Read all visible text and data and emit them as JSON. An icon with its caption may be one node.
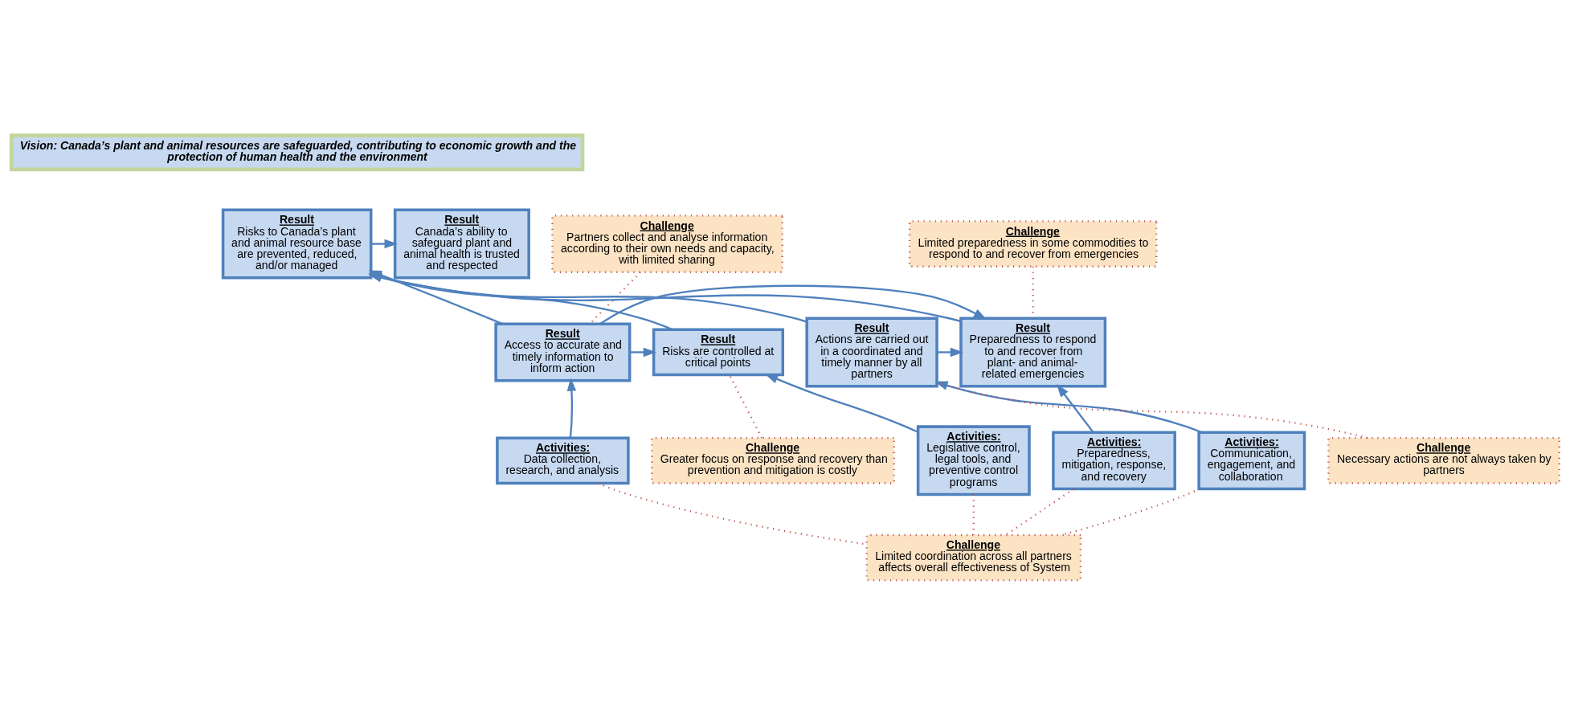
{
  "diagram": {
    "nodes": [
      {
        "text": [
          "Vision: Canada’s plant and animal resources are safeguarded, contributing to economic growth and the protection of human health and the environment"
        ]
      },
      {
        "text": [
          "Result",
          "Risks to Canada’s plant and animal resource base are prevented, reduced, and/or managed"
        ]
      },
      {
        "text": [
          "Result",
          "Canada’s ability to safeguard plant and animal health is trusted and respected"
        ]
      },
      {
        "text": [
          "Result",
          "Risks are controlled at critical points"
        ]
      },
      {
        "text": [
          "Result",
          "Access to accurate and timely information to inform action"
        ]
      },
      {
        "text": [
          "Result",
          "Preparedness to respond to and recover from plant- and animal-related emergencies"
        ]
      },
      {
        "text": [
          "Result",
          "Actions are carried out in a coordinated and timely manner by all partners"
        ]
      },
      {
        "text": [
          "Activities:",
          "Legislative control, legal tools, and preventive control programs"
        ]
      },
      {
        "text": [
          "Activities:",
          "Data collection, research, and analysis"
        ]
      },
      {
        "text": [
          "Activities:",
          "Preparedness, mitigation, response, and recovery"
        ]
      },
      {
        "text": [
          "Activities:",
          "Communication, engagement, and collaboration"
        ]
      },
      {
        "text": [
          "Challenge",
          "Partners collect and analyse information according to their own needs and capacity, with limited sharing"
        ]
      },
      {
        "text": [
          "Challenge",
          "Limited preparedness in some commodities to respond to and recover from emergencies"
        ]
      },
      {
        "text": [
          "Challenge",
          "Greater focus on response and recovery than prevention and mitigation is costly"
        ]
      },
      {
        "text": [
          "Challenge",
          "Necessary actions are not always taken by partners"
        ]
      },
      {
        "text": [
          "Challenge",
          "Limited coordination across all partners affects overall effectiveness of System"
        ]
      }
    ],
    "edges": [
      {
        "from": 1,
        "to": 2,
        "arrow": "to"
      },
      {
        "from": 3,
        "to": 1,
        "arrow": "to"
      },
      {
        "from": 4,
        "to": 1,
        "arrow": "to"
      },
      {
        "from": 5,
        "to": 1,
        "arrow": "to"
      },
      {
        "from": 6,
        "to": 1,
        "arrow": "to"
      },
      {
        "from": 4,
        "to": 3,
        "arrow": "to"
      },
      {
        "from": 4,
        "to": 5,
        "arrow": "to"
      },
      {
        "from": 6,
        "to": 5,
        "arrow": "to"
      },
      {
        "from": 7,
        "to": 3,
        "arrow": "to"
      },
      {
        "from": 8,
        "to": 4,
        "arrow": "to"
      },
      {
        "from": 9,
        "to": 5,
        "arrow": "to"
      },
      {
        "from": 10,
        "to": 6,
        "arrow": "to"
      },
      {
        "from": 11,
        "to": 4,
        "arrow": "none",
        "style": "dashed",
        "color": "#c0504d"
      },
      {
        "from": 12,
        "to": 5,
        "arrow": "none",
        "style": "dashed",
        "color": "#c0504d"
      },
      {
        "from": 13,
        "to": 3,
        "arrow": "none",
        "style": "dashed",
        "color": "#c0504d"
      },
      {
        "from": 14,
        "to": 6,
        "arrow": "none",
        "style": "dashed",
        "color": "#c0504d"
      },
      {
        "from": 7,
        "to": 15,
        "arrow": "none",
        "style": "dashed",
        "color": "#c0504d"
      },
      {
        "from": 8,
        "to": 15,
        "arrow": "none",
        "style": "dashed",
        "color": "#c0504d"
      },
      {
        "from": 9,
        "to": 15,
        "arrow": "none",
        "style": "dashed",
        "color": "#c0504d"
      },
      {
        "from": 10,
        "to": 15,
        "arrow": "none",
        "style": "dashed",
        "color": "#c0504d"
      }
    ]
  }
}
